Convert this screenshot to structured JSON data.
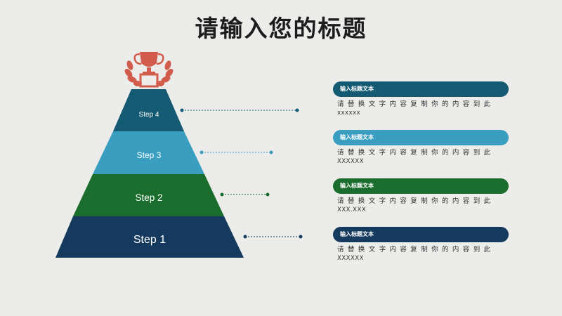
{
  "title": "请输入您的标题",
  "colors": {
    "step4": "#145a72",
    "step3": "#3a9ec1",
    "step2": "#1b6d2d",
    "step1": "#153a5d",
    "trophy": "#d25c4c"
  },
  "pyramid": {
    "trophy_icon": "trophy-icon",
    "steps": [
      {
        "label": "Step 4",
        "color": "#145a72"
      },
      {
        "label": "Step 3",
        "color": "#3a9ec1"
      },
      {
        "label": "Step 2",
        "color": "#1b6d2d"
      },
      {
        "label": "Step 1",
        "color": "#153a5d"
      }
    ]
  },
  "cards": [
    {
      "header": "输入标题文本",
      "line1": "请替换文字内容复制你的内容到此",
      "line2": "xxxxxx",
      "color": "#145a72"
    },
    {
      "header": "输入标题文本",
      "line1": "请替换文字内容复制你的内容到此",
      "line2": "XXXXXX",
      "color": "#3a9ec1"
    },
    {
      "header": "输入标题文本",
      "line1": "请替换文字内容复制你的内容到此",
      "line2": "XXX.XXX",
      "color": "#1b6d2d"
    },
    {
      "header": "输入标题文本",
      "line1": "请替换文字内容复制你的内容到此",
      "line2": "XXXXXX",
      "color": "#153a5d"
    }
  ]
}
